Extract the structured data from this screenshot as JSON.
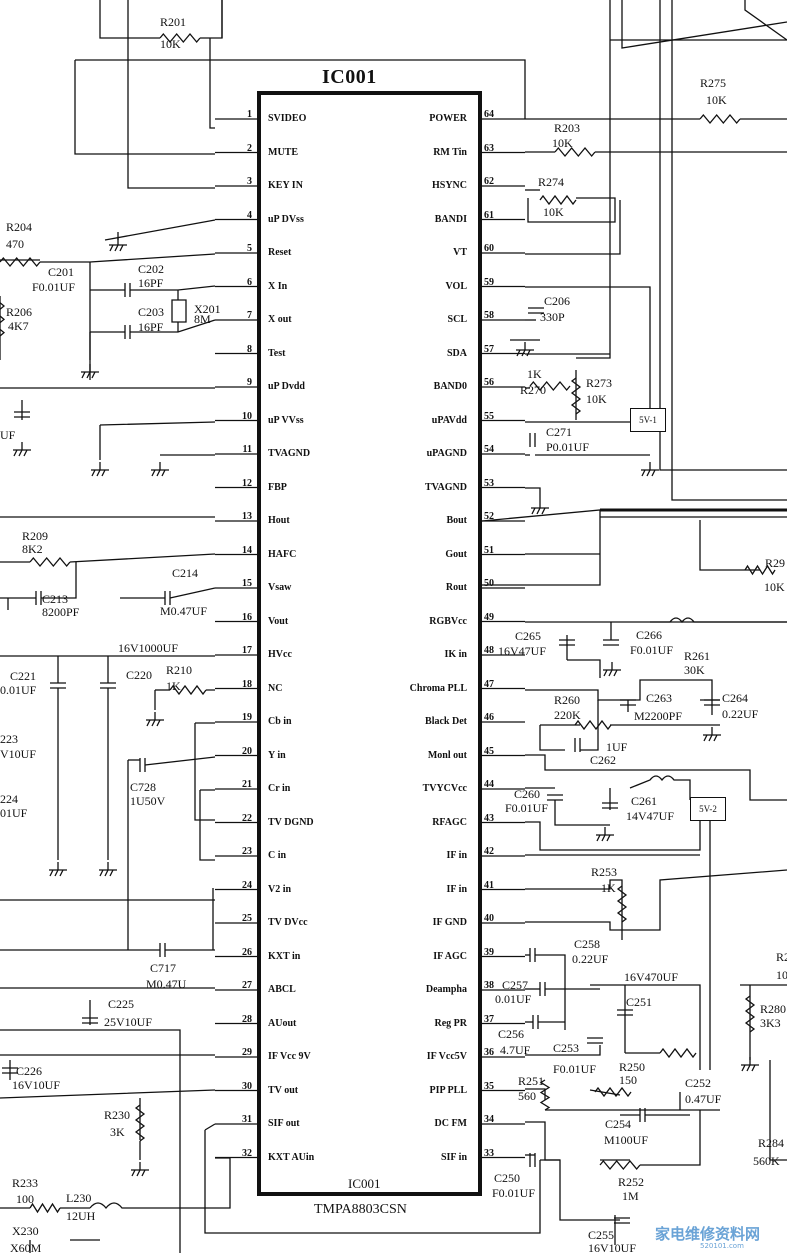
{
  "ic": {
    "title": "IC001",
    "footer_label": "IC001",
    "part_number": "TMPA8803CSN"
  },
  "left_pins": [
    {
      "num": "1",
      "name": "SVIDEO"
    },
    {
      "num": "2",
      "name": "MUTE"
    },
    {
      "num": "3",
      "name": "KEY IN"
    },
    {
      "num": "4",
      "name": "uP DVss"
    },
    {
      "num": "5",
      "name": "Reset"
    },
    {
      "num": "6",
      "name": "X In"
    },
    {
      "num": "7",
      "name": "X out"
    },
    {
      "num": "8",
      "name": "Test"
    },
    {
      "num": "9",
      "name": "uP Dvdd"
    },
    {
      "num": "10",
      "name": "uP VVss"
    },
    {
      "num": "11",
      "name": "TVAGND"
    },
    {
      "num": "12",
      "name": "FBP"
    },
    {
      "num": "13",
      "name": "Hout"
    },
    {
      "num": "14",
      "name": "HAFC"
    },
    {
      "num": "15",
      "name": "Vsaw"
    },
    {
      "num": "16",
      "name": "Vout"
    },
    {
      "num": "17",
      "name": "HVcc"
    },
    {
      "num": "18",
      "name": "NC"
    },
    {
      "num": "19",
      "name": "Cb in"
    },
    {
      "num": "20",
      "name": "Y in"
    },
    {
      "num": "21",
      "name": "Cr in"
    },
    {
      "num": "22",
      "name": "TV DGND"
    },
    {
      "num": "23",
      "name": "C in"
    },
    {
      "num": "24",
      "name": "V2 in"
    },
    {
      "num": "25",
      "name": "TV DVcc"
    },
    {
      "num": "26",
      "name": "KXT in"
    },
    {
      "num": "27",
      "name": "ABCL"
    },
    {
      "num": "28",
      "name": "AUout"
    },
    {
      "num": "29",
      "name": "IF Vcc 9V"
    },
    {
      "num": "30",
      "name": "TV out"
    },
    {
      "num": "31",
      "name": "SIF out"
    },
    {
      "num": "32",
      "name": "KXT AUin"
    }
  ],
  "right_pins": [
    {
      "num": "64",
      "name": "POWER"
    },
    {
      "num": "63",
      "name": "RM Tin"
    },
    {
      "num": "62",
      "name": "HSYNC"
    },
    {
      "num": "61",
      "name": "BANDI"
    },
    {
      "num": "60",
      "name": "VT"
    },
    {
      "num": "59",
      "name": "VOL"
    },
    {
      "num": "58",
      "name": "SCL"
    },
    {
      "num": "57",
      "name": "SDA"
    },
    {
      "num": "56",
      "name": "BAND0"
    },
    {
      "num": "55",
      "name": "uPAVdd"
    },
    {
      "num": "54",
      "name": "uPAGND"
    },
    {
      "num": "53",
      "name": "TVAGND"
    },
    {
      "num": "52",
      "name": "Bout"
    },
    {
      "num": "51",
      "name": "Gout"
    },
    {
      "num": "50",
      "name": "Rout"
    },
    {
      "num": "49",
      "name": "RGBVcc"
    },
    {
      "num": "48",
      "name": "IK in"
    },
    {
      "num": "47",
      "name": "Chroma PLL"
    },
    {
      "num": "46",
      "name": "Black Det"
    },
    {
      "num": "45",
      "name": "Monl out"
    },
    {
      "num": "44",
      "name": "TVYCVcc"
    },
    {
      "num": "43",
      "name": "RFAGC"
    },
    {
      "num": "42",
      "name": "IF in"
    },
    {
      "num": "41",
      "name": "IF in"
    },
    {
      "num": "40",
      "name": "IF GND"
    },
    {
      "num": "39",
      "name": "IF AGC"
    },
    {
      "num": "38",
      "name": "Deampha"
    },
    {
      "num": "37",
      "name": "Reg PR"
    },
    {
      "num": "36",
      "name": "IF Vcc5V"
    },
    {
      "num": "35",
      "name": "PIP PLL"
    },
    {
      "num": "34",
      "name": "DC FM"
    },
    {
      "num": "33",
      "name": "SIF in"
    }
  ],
  "component_labels": [
    {
      "id": "r201",
      "text": "R201"
    },
    {
      "id": "r201v",
      "text": "10K"
    },
    {
      "id": "r204",
      "text": "R204"
    },
    {
      "id": "r204v",
      "text": "470"
    },
    {
      "id": "c201",
      "text": "C201"
    },
    {
      "id": "c201v",
      "text": "F0.01UF"
    },
    {
      "id": "c202",
      "text": "C202"
    },
    {
      "id": "c202v",
      "text": "16PF"
    },
    {
      "id": "c203",
      "text": "C203"
    },
    {
      "id": "c203v",
      "text": "16PF"
    },
    {
      "id": "x201",
      "text": "X201"
    },
    {
      "id": "x201v",
      "text": "8M"
    },
    {
      "id": "r206",
      "text": "R206"
    },
    {
      "id": "r206v",
      "text": "4K7"
    },
    {
      "id": "uf_l",
      "text": "UF"
    },
    {
      "id": "r209",
      "text": "R209"
    },
    {
      "id": "r209v",
      "text": "8K2"
    },
    {
      "id": "c213",
      "text": "C213"
    },
    {
      "id": "c213v",
      "text": "8200PF"
    },
    {
      "id": "c214",
      "text": "C214"
    },
    {
      "id": "c214v",
      "text": "M0.47UF"
    },
    {
      "id": "c_16v",
      "text": "16V1000UF"
    },
    {
      "id": "c221",
      "text": "C221"
    },
    {
      "id": "c221v",
      "text": "0.01UF"
    },
    {
      "id": "c220",
      "text": "C220"
    },
    {
      "id": "r210",
      "text": "R210"
    },
    {
      "id": "r210v",
      "text": "1K"
    },
    {
      "id": "c223",
      "text": "223"
    },
    {
      "id": "c223v",
      "text": "V10UF"
    },
    {
      "id": "c728",
      "text": "C728"
    },
    {
      "id": "c728v",
      "text": "1U50V"
    },
    {
      "id": "c224",
      "text": "224"
    },
    {
      "id": "c224v",
      "text": "01UF"
    },
    {
      "id": "c717",
      "text": "C717"
    },
    {
      "id": "c717v",
      "text": "M0.47U"
    },
    {
      "id": "c225",
      "text": "C225"
    },
    {
      "id": "c225v",
      "text": "25V10UF"
    },
    {
      "id": "c226",
      "text": "C226"
    },
    {
      "id": "c226v",
      "text": "16V10UF"
    },
    {
      "id": "r230",
      "text": "R230"
    },
    {
      "id": "r230v",
      "text": "3K"
    },
    {
      "id": "r233",
      "text": "R233"
    },
    {
      "id": "r233v",
      "text": "100"
    },
    {
      "id": "l230",
      "text": "L230"
    },
    {
      "id": "l230v",
      "text": "12UH"
    },
    {
      "id": "x230",
      "text": "X230"
    },
    {
      "id": "x230v",
      "text": "X60M"
    },
    {
      "id": "r275",
      "text": "R275"
    },
    {
      "id": "r275v",
      "text": "10K"
    },
    {
      "id": "r203",
      "text": "R203"
    },
    {
      "id": "r203v",
      "text": "10K"
    },
    {
      "id": "r274",
      "text": "R274"
    },
    {
      "id": "r274v",
      "text": "10K"
    },
    {
      "id": "c206",
      "text": "C206"
    },
    {
      "id": "c206v",
      "text": "330P"
    },
    {
      "id": "r270",
      "text": "R270"
    },
    {
      "id": "r270v",
      "text": "1K"
    },
    {
      "id": "r273",
      "text": "R273"
    },
    {
      "id": "r273v",
      "text": "10K"
    },
    {
      "id": "c271",
      "text": "C271"
    },
    {
      "id": "c271v",
      "text": "P0.01UF"
    },
    {
      "id": "r29",
      "text": "R29"
    },
    {
      "id": "r29v",
      "text": "10K"
    },
    {
      "id": "c265",
      "text": "C265"
    },
    {
      "id": "c265v",
      "text": "16V47UF"
    },
    {
      "id": "c266",
      "text": "C266"
    },
    {
      "id": "c266v",
      "text": "F0.01UF"
    },
    {
      "id": "r261",
      "text": "R261"
    },
    {
      "id": "r261v",
      "text": "30K"
    },
    {
      "id": "r260",
      "text": "R260"
    },
    {
      "id": "r260v",
      "text": "220K"
    },
    {
      "id": "c263",
      "text": "C263"
    },
    {
      "id": "c263v",
      "text": "M2200PF"
    },
    {
      "id": "c264",
      "text": "C264"
    },
    {
      "id": "c264v",
      "text": "0.22UF"
    },
    {
      "id": "c262v",
      "text": "1UF"
    },
    {
      "id": "c262",
      "text": "C262"
    },
    {
      "id": "c260",
      "text": "C260"
    },
    {
      "id": "c260v",
      "text": "F0.01UF"
    },
    {
      "id": "c261",
      "text": "C261"
    },
    {
      "id": "c261v",
      "text": "14V47UF"
    },
    {
      "id": "r253",
      "text": "R253"
    },
    {
      "id": "r253v",
      "text": "1K"
    },
    {
      "id": "c258",
      "text": "C258"
    },
    {
      "id": "c258v",
      "text": "0.22UF"
    },
    {
      "id": "c16v470",
      "text": "16V470UF"
    },
    {
      "id": "c257",
      "text": "C257"
    },
    {
      "id": "c257v",
      "text": "0.01UF"
    },
    {
      "id": "c251",
      "text": "C251"
    },
    {
      "id": "c256",
      "text": "C256"
    },
    {
      "id": "c256v",
      "text": "4.7UF"
    },
    {
      "id": "c253",
      "text": "C253"
    },
    {
      "id": "c253v",
      "text": "F0.01UF"
    },
    {
      "id": "r251",
      "text": "R251"
    },
    {
      "id": "r251v",
      "text": "560"
    },
    {
      "id": "r250",
      "text": "R250"
    },
    {
      "id": "r250v",
      "text": "150"
    },
    {
      "id": "c252",
      "text": "C252"
    },
    {
      "id": "c252v",
      "text": "0.47UF"
    },
    {
      "id": "c254",
      "text": "C254"
    },
    {
      "id": "c254v",
      "text": "M100UF"
    },
    {
      "id": "r252",
      "text": "R252"
    },
    {
      "id": "r252v",
      "text": "1M"
    },
    {
      "id": "c250",
      "text": "C250"
    },
    {
      "id": "c250v",
      "text": "F0.01UF"
    },
    {
      "id": "c255",
      "text": "C255"
    },
    {
      "id": "c255v",
      "text": "16V10UF"
    },
    {
      "id": "r280",
      "text": "R280"
    },
    {
      "id": "r280v",
      "text": "3K3"
    },
    {
      "id": "r2",
      "text": "R2"
    },
    {
      "id": "r2v",
      "text": "10"
    },
    {
      "id": "r284",
      "text": "R284"
    },
    {
      "id": "r284v",
      "text": "560K"
    }
  ],
  "regulator_boxes": [
    {
      "id": "v1",
      "text": "5V-1"
    },
    {
      "id": "v2",
      "text": "5V-2"
    }
  ],
  "watermark": {
    "main": "家电维修资料网",
    "sub": "520101.com"
  }
}
